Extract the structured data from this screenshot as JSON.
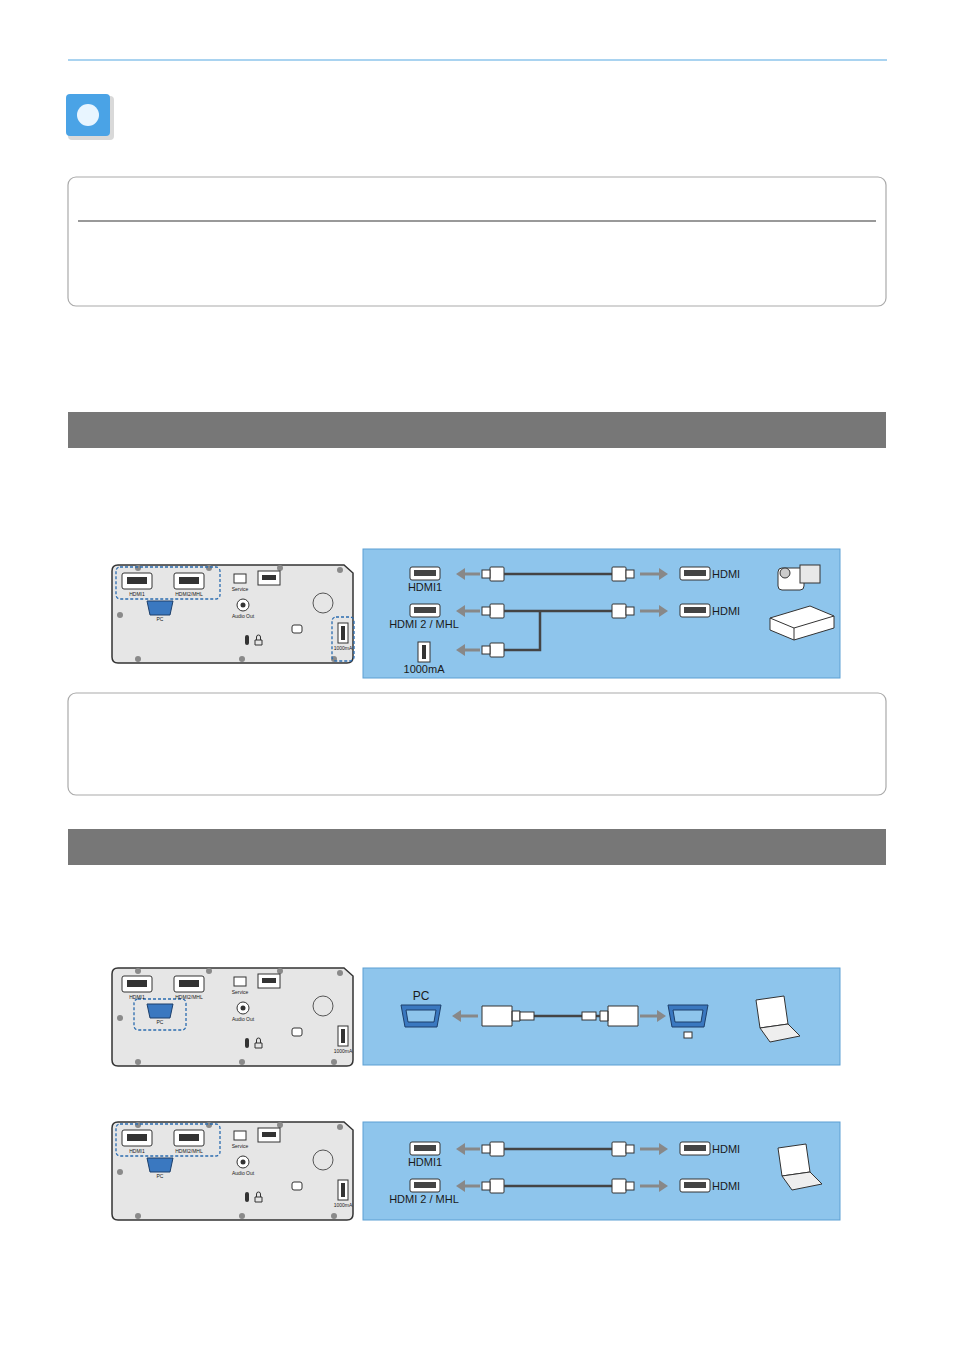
{
  "diagram": {
    "labels": [
      "HDMI1",
      "HDMI2/MHL",
      "Service",
      "PC",
      "Audio Out",
      "1000mA",
      "HDMI1",
      "HDMI 2 / MHL",
      "1000mA",
      "HDMI",
      "HDMI",
      "HDMI1",
      "HDMI2/MHL",
      "Service",
      "PC",
      "Audio Out",
      "1000mA",
      "PC",
      "HDMI1",
      "HDMI2/MHL",
      "Service",
      "PC",
      "Audio Out",
      "1000mA",
      "HDMI1",
      "HDMI 2 / MHL",
      "HDMI",
      "HDMI"
    ]
  }
}
